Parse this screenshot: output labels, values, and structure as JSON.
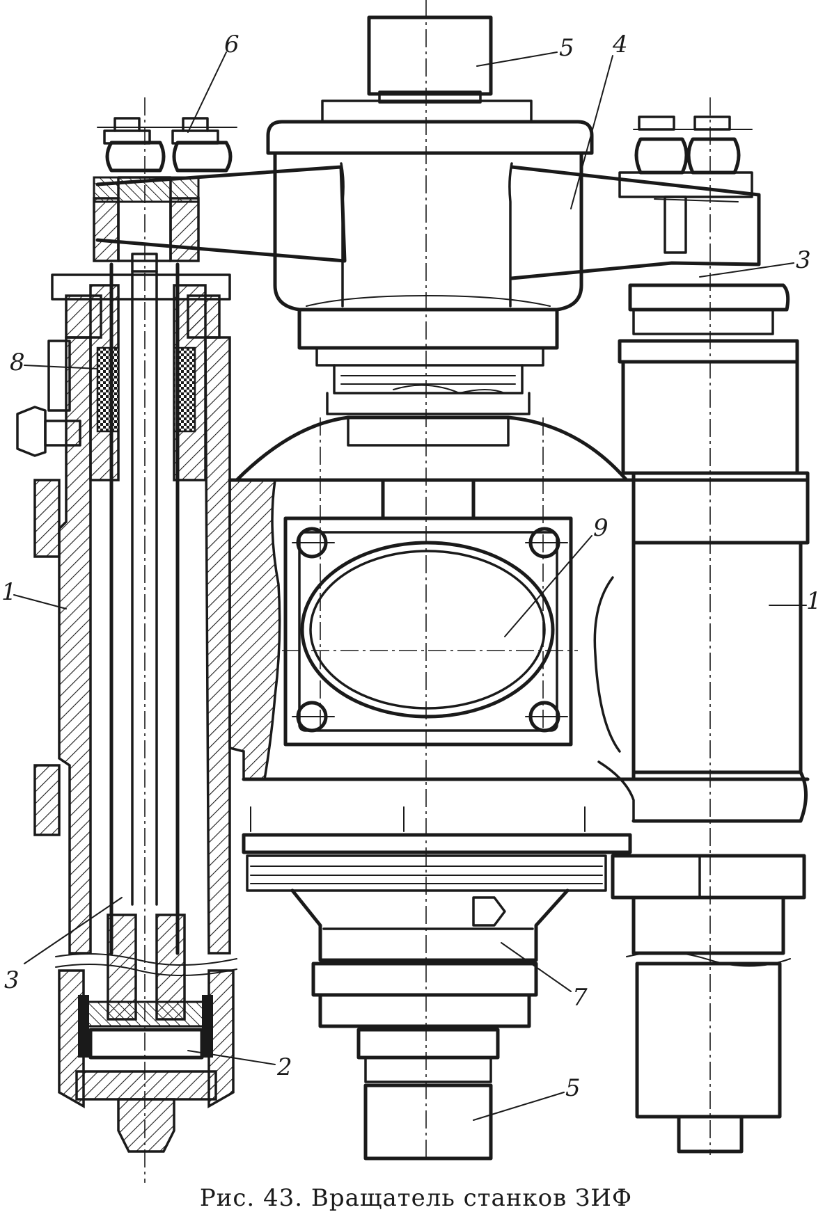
{
  "caption": "Рис. 43. Вращатель станков ЗИФ",
  "callouts": [
    {
      "id": "label-1-left",
      "text": "1"
    },
    {
      "id": "label-1-right",
      "text": "1"
    },
    {
      "id": "label-2",
      "text": "2"
    },
    {
      "id": "label-3-left",
      "text": "3"
    },
    {
      "id": "label-3-right",
      "text": "3"
    },
    {
      "id": "label-4",
      "text": "4"
    },
    {
      "id": "label-5-top",
      "text": "5"
    },
    {
      "id": "label-5-bottom",
      "text": "5"
    },
    {
      "id": "label-6",
      "text": "6"
    },
    {
      "id": "label-7",
      "text": "7"
    },
    {
      "id": "label-8",
      "text": "8"
    },
    {
      "id": "label-9",
      "text": "9"
    }
  ]
}
